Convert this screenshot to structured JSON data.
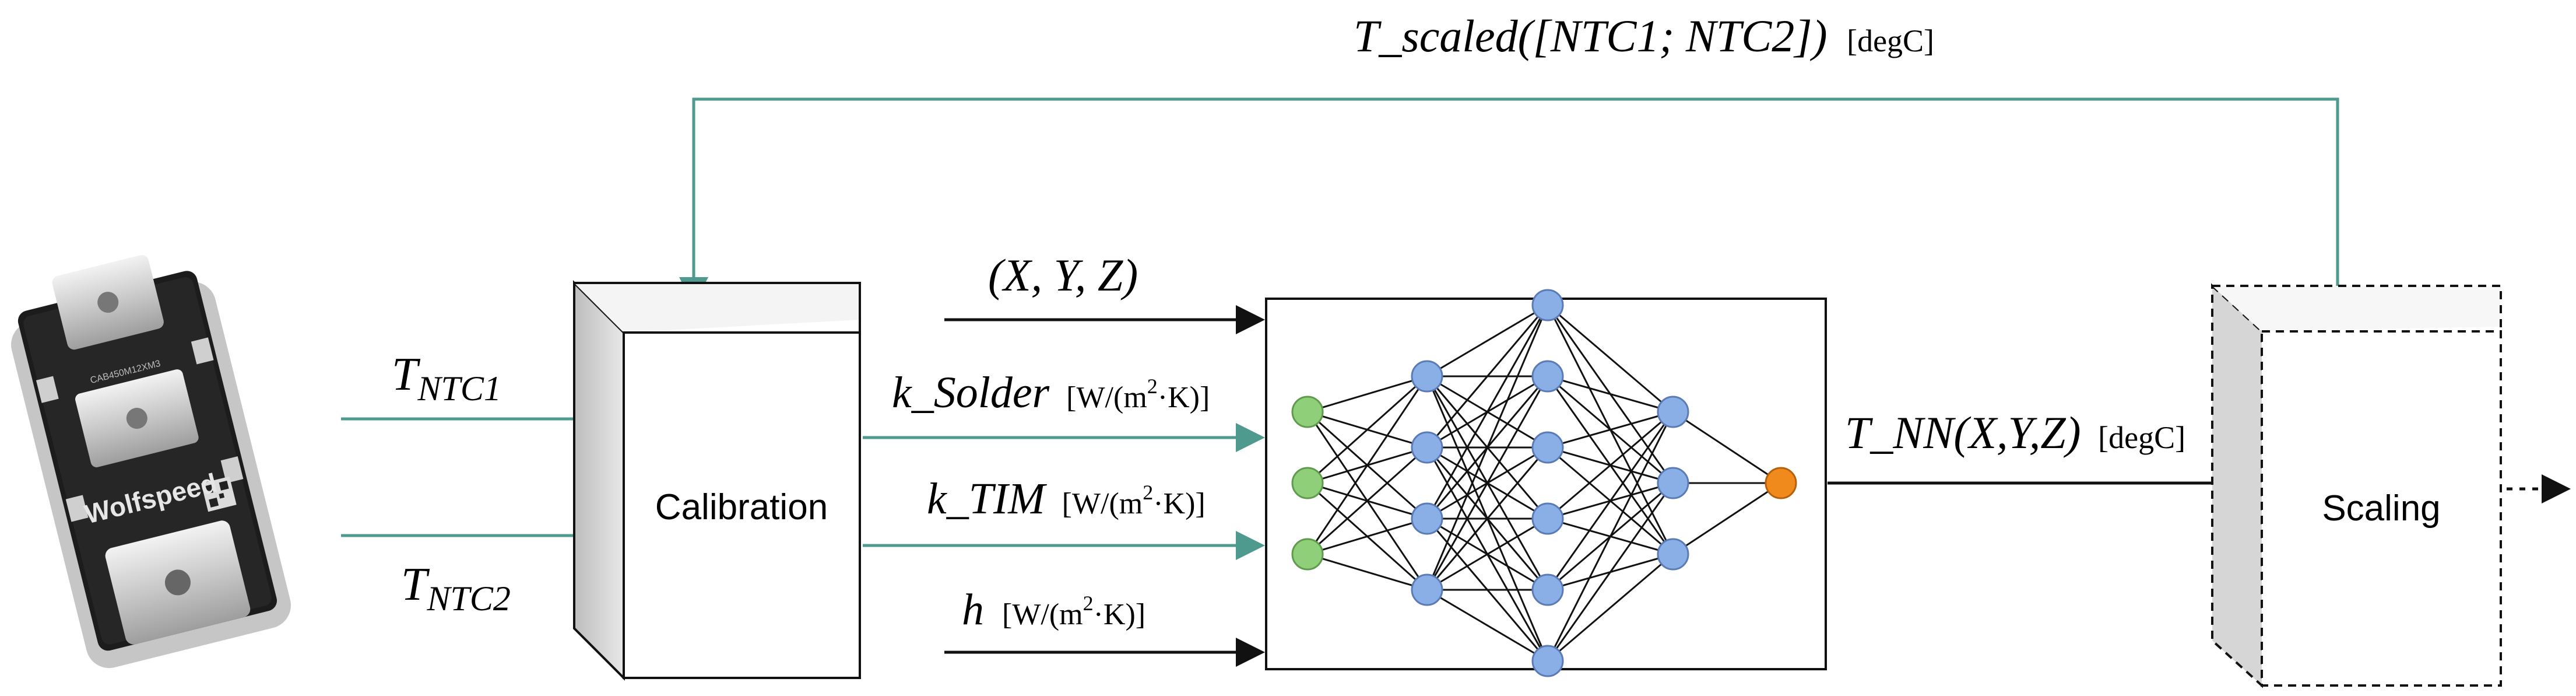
{
  "feedback": {
    "label_main": "T_scaled([NTC1; NTC2])",
    "label_unit": "[degC]"
  },
  "sensors": {
    "ntc1": {
      "symbol": "T",
      "subscript": "NTC1"
    },
    "ntc2": {
      "symbol": "T",
      "subscript": "NTC2"
    }
  },
  "module": {
    "brand": "Wolfspeed",
    "part_code": "CAB450M12XM3"
  },
  "calibration": {
    "label": "Calibration"
  },
  "inputs": {
    "xyz": {
      "label": "(X, Y, Z)"
    },
    "k_solder": {
      "label": "k_Solder",
      "unit_pre": "[W/(m",
      "unit_sup": "2",
      "unit_post": "·K)]"
    },
    "k_tim": {
      "label": "k_TIM",
      "unit_pre": "[W/(m",
      "unit_sup": "2",
      "unit_post": "·K)]"
    },
    "h": {
      "label": "h",
      "unit_pre": "[W/(m",
      "unit_sup": "2",
      "unit_post": "·K)]"
    }
  },
  "output": {
    "label_main": "T_NN(X,Y,Z)",
    "label_unit": "[degC]"
  },
  "scaling": {
    "label": "Scaling"
  },
  "network": {
    "layers": [
      3,
      4,
      6,
      3,
      1
    ],
    "colors": {
      "input": "#8fcf7a",
      "hidden": "#8aaee6",
      "output": "#f08a1c",
      "node_stroke": "#5a7bb5",
      "edge": "#111111"
    }
  },
  "colors": {
    "teal": "#4f9a8e",
    "arrow": "#111111",
    "box_side": "#d9d9d9"
  }
}
